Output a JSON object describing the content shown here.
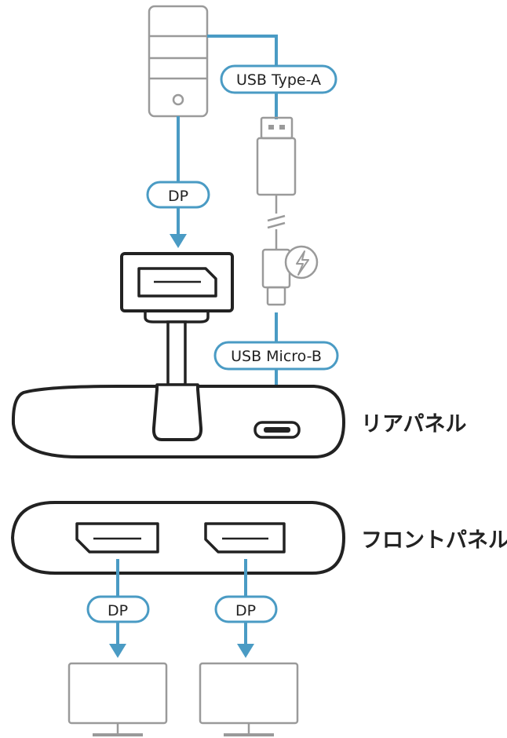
{
  "colors": {
    "accent": "#4a9bc4",
    "stroke": "#222222",
    "device_light": "#9a9a9a"
  },
  "labels": {
    "usb_type_a": "USB Type-A",
    "dp_top": "DP",
    "usb_micro_b": "USB Micro-B",
    "dp_out_left": "DP",
    "dp_out_right": "DP"
  },
  "panels": {
    "rear": "リアパネル",
    "front": "フロントパネル"
  },
  "icons": {
    "computer": "desktop-tower-icon",
    "usb_a_plug": "usb-a-plug-icon",
    "usb_micro_plug": "usb-micro-plug-icon",
    "power": "lightning-bolt-icon",
    "dp_port": "displayport-port-icon",
    "monitor": "monitor-icon"
  }
}
